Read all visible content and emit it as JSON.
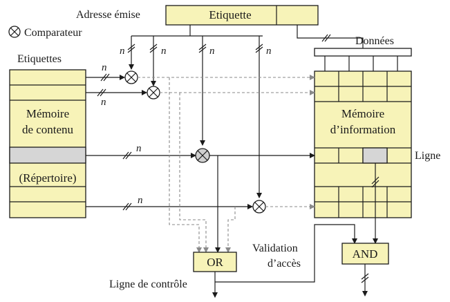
{
  "labels": {
    "adresse": "Adresse émise",
    "etiquette_top": "Etiquette",
    "comparateur": "Comparateur",
    "etiquettes": "Etiquettes",
    "donnees": "Données",
    "mem_contenu_1": "Mémoire",
    "mem_contenu_2": "de contenu",
    "repertoire": "(Répertoire)",
    "mem_info_1": "Mémoire",
    "mem_info_2": "d’information",
    "ligne": "Ligne",
    "validation_1": "Validation",
    "validation_2": "d’accès",
    "or_gate": "OR",
    "and_gate": "AND",
    "ligne_controle": "Ligne de contrôle",
    "bus_n": "n"
  },
  "colors": {
    "fill": "#f7f3b8",
    "selected": "#d6d6d6",
    "line": "#1a1a1a",
    "dashed": "#8a8a8a"
  }
}
